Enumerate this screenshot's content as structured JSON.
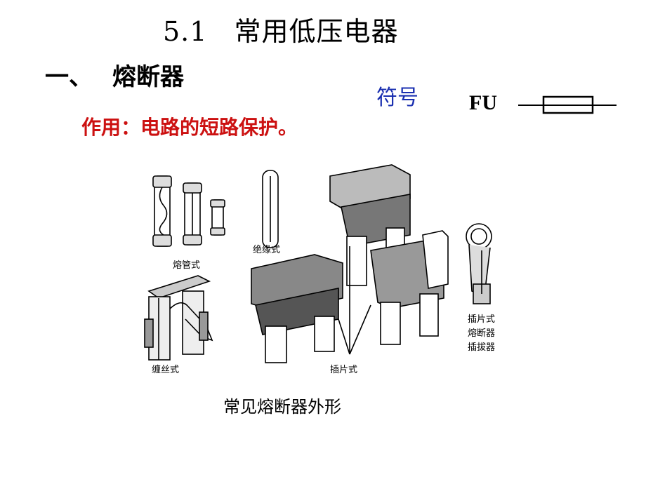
{
  "slide": {
    "title_number": "5.1",
    "title_text": "常用低压电器",
    "section_mark": "一、",
    "section_text": "熔断器",
    "function_text": "作用：电路的短路保护。",
    "symbol_label": "符号",
    "symbol_code": "FU",
    "caption": "常见熔断器外形"
  },
  "figure": {
    "labels": {
      "tube": "熔管式",
      "insulated": "绝缘式",
      "wire": "缠丝式",
      "blade": "插片式",
      "blade_puller_1": "插片式",
      "blade_puller_2": "熔断器",
      "blade_puller_3": "插拔器"
    }
  },
  "colors": {
    "function_red": "#cc1111",
    "symbol_blue": "#1a2fb0"
  }
}
